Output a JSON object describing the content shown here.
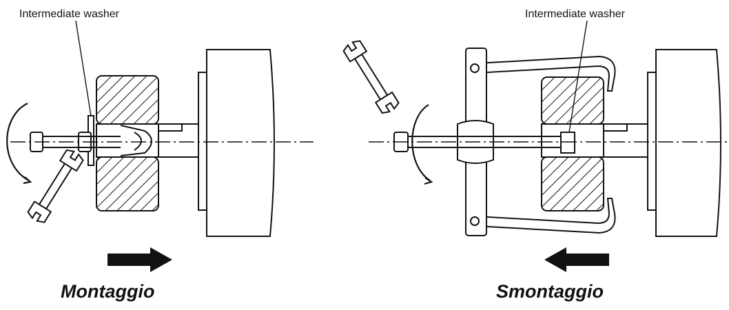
{
  "left_panel": {
    "callout": "Intermediate washer",
    "caption": "Montaggio",
    "arrow_direction": "right"
  },
  "right_panel": {
    "callout": "Intermediate washer",
    "caption": "Smontaggio",
    "arrow_direction": "left"
  },
  "icons": [
    "rotation-arrow-icon",
    "wrench-icon",
    "direction-arrow-icon"
  ],
  "colors": {
    "ink": "#111111",
    "background": "#ffffff"
  }
}
